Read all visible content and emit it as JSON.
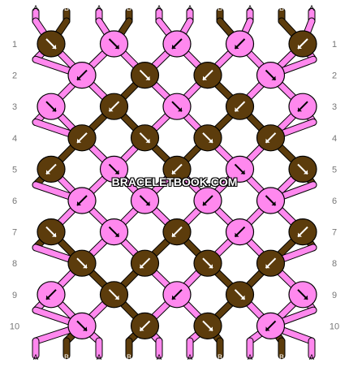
{
  "watermark": "BRACELETBOOK.COM",
  "colors": {
    "A": "#ff88ee",
    "B": "#5c3c0c"
  },
  "top_strings": [
    "A",
    "B",
    "A",
    "B",
    "A",
    "A",
    "B",
    "A",
    "B",
    "A"
  ],
  "bottom_strings": [
    "A",
    "B",
    "A",
    "B",
    "A",
    "A",
    "B",
    "A",
    "B",
    "A"
  ],
  "row_labels": [
    "1",
    "2",
    "3",
    "4",
    "5",
    "6",
    "7",
    "8",
    "9",
    "10"
  ],
  "knot_rows": [
    [
      {
        "c": "B",
        "d": "se"
      },
      {
        "c": "A",
        "d": "se"
      },
      {
        "c": "A",
        "d": "sw"
      },
      {
        "c": "A",
        "d": "sw"
      },
      {
        "c": "B",
        "d": "sw"
      }
    ],
    [
      {
        "c": "A",
        "d": "sw"
      },
      {
        "c": "B",
        "d": "se"
      },
      {
        "c": "B",
        "d": "sw"
      },
      {
        "c": "A",
        "d": "se"
      }
    ],
    [
      {
        "c": "A",
        "d": "se"
      },
      {
        "c": "B",
        "d": "sw"
      },
      {
        "c": "A",
        "d": "se"
      },
      {
        "c": "B",
        "d": "sw"
      },
      {
        "c": "A",
        "d": "sw"
      }
    ],
    [
      {
        "c": "B",
        "d": "sw"
      },
      {
        "c": "B",
        "d": "se"
      },
      {
        "c": "B",
        "d": "se"
      },
      {
        "c": "B",
        "d": "sw"
      }
    ],
    [
      {
        "c": "B",
        "d": "sw"
      },
      {
        "c": "A",
        "d": "se"
      },
      {
        "c": "B",
        "d": "sw"
      },
      {
        "c": "A",
        "d": "se"
      },
      {
        "c": "B",
        "d": "se"
      }
    ],
    [
      {
        "c": "A",
        "d": "sw"
      },
      {
        "c": "A",
        "d": "se"
      },
      {
        "c": "A",
        "d": "sw"
      },
      {
        "c": "A",
        "d": "se"
      }
    ],
    [
      {
        "c": "B",
        "d": "se"
      },
      {
        "c": "A",
        "d": "se"
      },
      {
        "c": "B",
        "d": "sw"
      },
      {
        "c": "A",
        "d": "sw"
      },
      {
        "c": "B",
        "d": "sw"
      }
    ],
    [
      {
        "c": "B",
        "d": "se"
      },
      {
        "c": "B",
        "d": "sw"
      },
      {
        "c": "B",
        "d": "se"
      },
      {
        "c": "B",
        "d": "sw"
      }
    ],
    [
      {
        "c": "A",
        "d": "sw"
      },
      {
        "c": "B",
        "d": "se"
      },
      {
        "c": "A",
        "d": "sw"
      },
      {
        "c": "B",
        "d": "se"
      },
      {
        "c": "A",
        "d": "se"
      }
    ],
    [
      {
        "c": "A",
        "d": "se"
      },
      {
        "c": "B",
        "d": "sw"
      },
      {
        "c": "B",
        "d": "se"
      },
      {
        "c": "A",
        "d": "sw"
      }
    ]
  ]
}
